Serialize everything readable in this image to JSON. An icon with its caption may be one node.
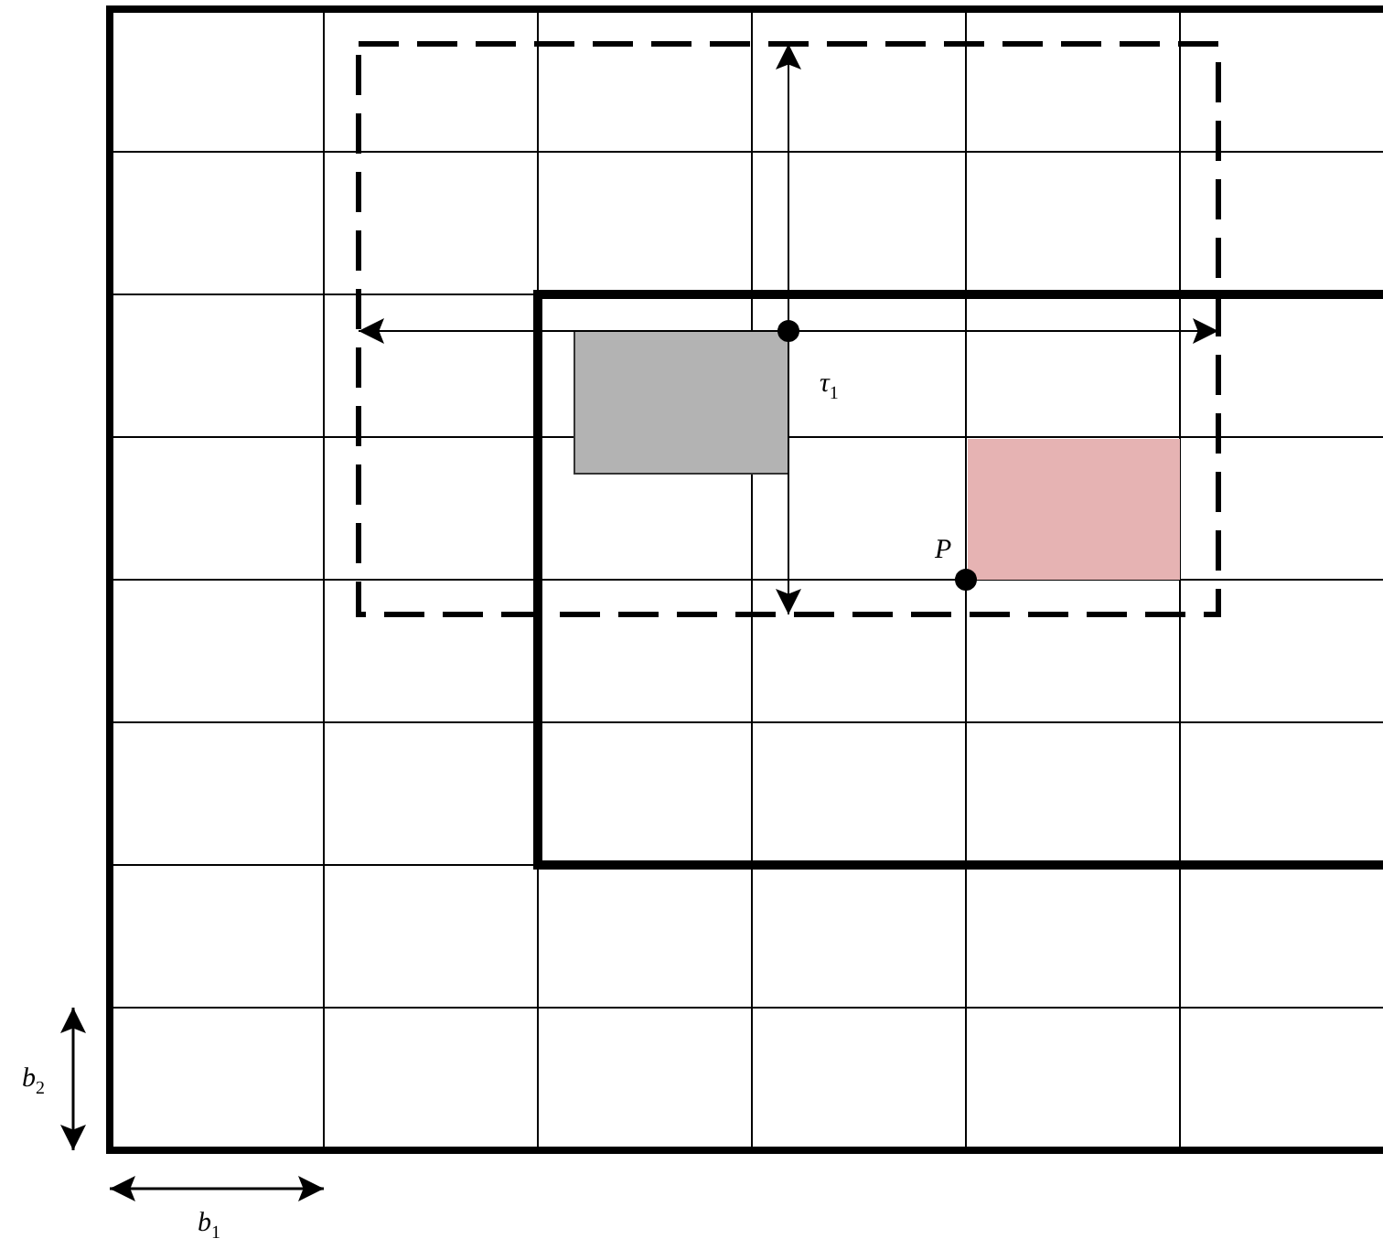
{
  "diagram": {
    "labels": [
      "τ$_{1}$",
      "P",
      "b$_{2}$",
      "b$_{1}$"
    ]
  }
}
